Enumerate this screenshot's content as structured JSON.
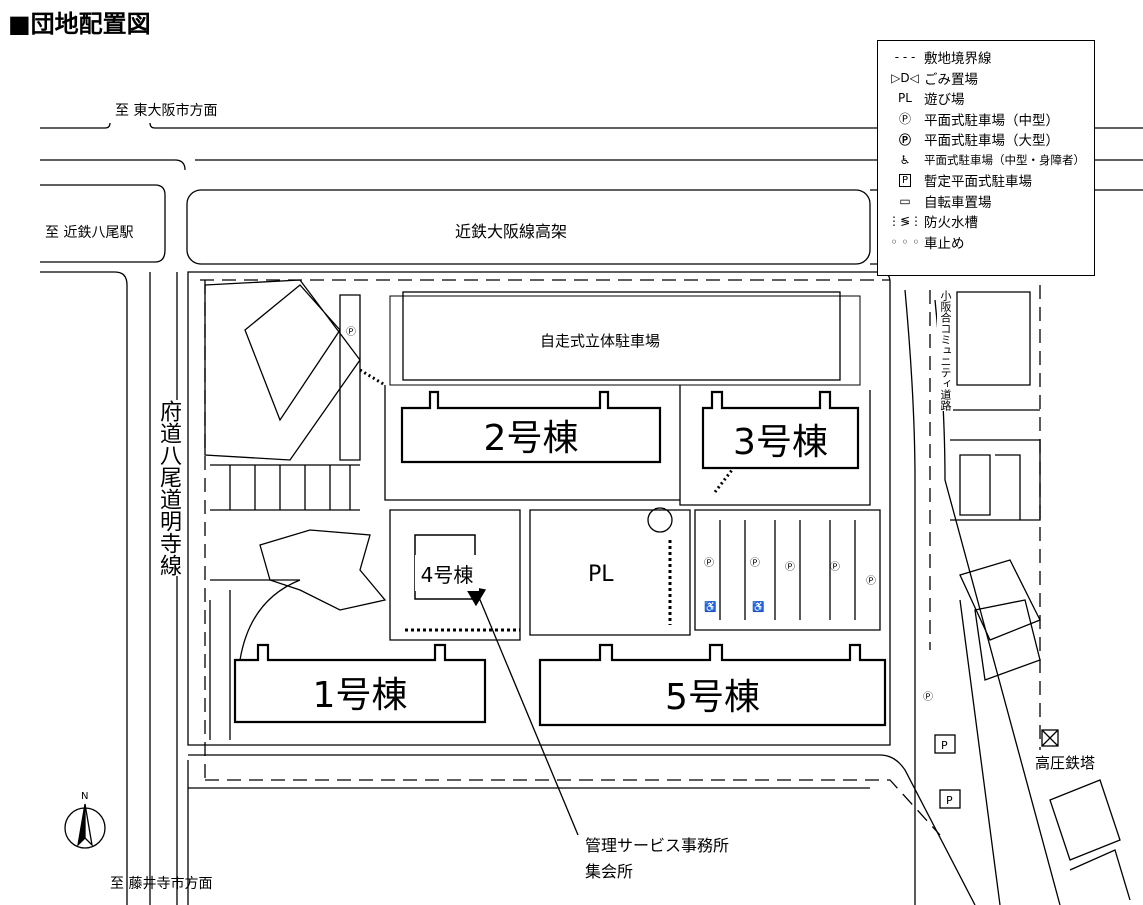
{
  "title": "■団地配置図",
  "directions": {
    "east_osaka": "至 東大阪市方面",
    "kintetsu_yao": "至 近鉄八尾駅",
    "fujiidera": "至 藤井寺市方面"
  },
  "roads": {
    "railway": "近鉄大阪線高架",
    "prefectural_road": "府道八尾道明寺線",
    "community_road": "小阪合コミュニティ道路"
  },
  "facilities": {
    "parking_garage": "自走式立体駐車場",
    "playground": "PL",
    "tower": "高圧鉄塔",
    "office_line1": "管理サービス事務所",
    "office_line2": "集会所",
    "north": "N"
  },
  "buildings": [
    {
      "label": "1号棟"
    },
    {
      "label": "2号棟"
    },
    {
      "label": "3号棟"
    },
    {
      "label": "4号棟"
    },
    {
      "label": "5号棟"
    }
  ],
  "legend": [
    {
      "symbol": "boundary-dash",
      "glyph": "- - -",
      "label": "敷地境界線"
    },
    {
      "symbol": "garbage",
      "glyph": "▷D◁",
      "label": "ごみ置場"
    },
    {
      "symbol": "playground",
      "glyph": "PL",
      "label": "遊び場"
    },
    {
      "symbol": "parking-medium",
      "glyph": "Ⓟ",
      "label": "平面式駐車場（中型）"
    },
    {
      "symbol": "parking-large",
      "glyph": "Ⓟ",
      "label": "平面式駐車場（大型）"
    },
    {
      "symbol": "parking-accessible",
      "glyph": "♿",
      "label": "平面式駐車場（中型・身障者）"
    },
    {
      "symbol": "parking-temporary",
      "glyph": "P",
      "label": "暫定平面式駐車場"
    },
    {
      "symbol": "bicycle",
      "glyph": "▭",
      "label": "自転車置場"
    },
    {
      "symbol": "fire-tank",
      "glyph": "⋮≶⋮",
      "label": "防火水槽"
    },
    {
      "symbol": "bollard",
      "glyph": "◦ ◦ ◦",
      "label": "車止め"
    }
  ]
}
